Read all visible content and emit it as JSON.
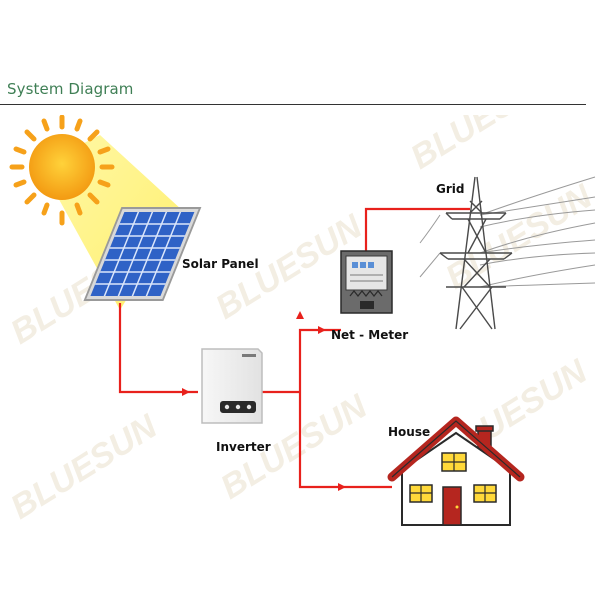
{
  "header": {
    "title": "System Diagram"
  },
  "diagram": {
    "labels": {
      "solar_panel": "Solar Panel",
      "inverter": "Inverter",
      "net_meter": "Net - Meter",
      "grid": "Grid",
      "house": "House"
    },
    "watermark": "BLUESUN",
    "colors": {
      "wire": "#e8211c",
      "sun": "#f6a11a",
      "panel": "#2f62c6",
      "roof": "#b5261f",
      "window": "#ffd93a",
      "title": "#3f7f55"
    }
  }
}
